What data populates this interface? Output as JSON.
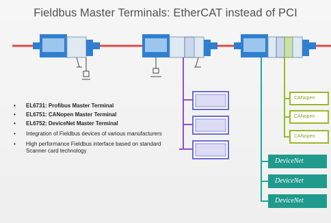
{
  "slide": {
    "title": "Fieldbus Master Terminals: EtherCAT instead of PCI"
  },
  "bullets": [
    {
      "text": "EL6731: Profibus Master Terminal",
      "bold": true
    },
    {
      "text": "EL6751: CANopen Master Terminal",
      "bold": true
    },
    {
      "text": "EL6752: DeviceNet Master Terminal",
      "bold": true
    },
    {
      "text": "Integration of Fieldbus devices of various manufacturers",
      "bold": false
    },
    {
      "text": "High performance Fieldbus interface based on standard Scanner card technology",
      "bold": false
    }
  ],
  "canopen_devices": [
    {
      "label": "CANopen"
    },
    {
      "label": "CANopen"
    },
    {
      "label": "CANopen"
    }
  ],
  "devicenet_devices": [
    {
      "label": "DeviceNet"
    },
    {
      "label": "DeviceNet"
    },
    {
      "label": "DeviceNet"
    }
  ],
  "colors": {
    "ethercat_line": "#e04848",
    "terminal_blue": "#2f7fd0",
    "profibus": "#8a4fd0",
    "canopen": "#9ab828",
    "devicenet": "#1aa89a",
    "devicenet_box": "#1f9a8c"
  }
}
